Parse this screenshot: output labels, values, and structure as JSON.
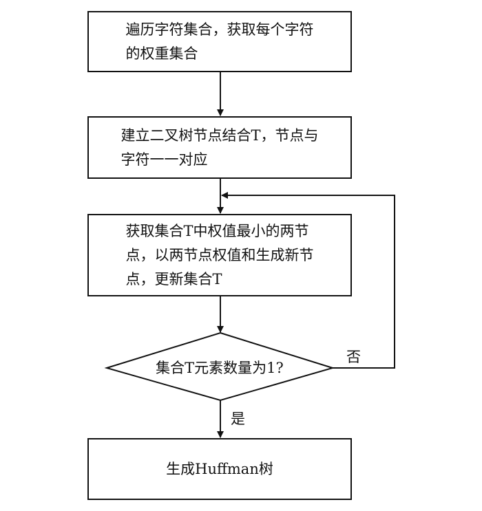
{
  "steps": {
    "step1": "遍历字符集合，获取每个字符\n的权重集合",
    "step2": "建立二叉树节点结合T，节点与\n字符一一对应",
    "step3": "获取集合T中权值最小的两节\n点，以两节点权值和生成新节\n点，更新集合T",
    "decision": "集合T元素数量为1?",
    "end": "生成Huffman树"
  },
  "labels": {
    "no": "否",
    "yes": "是"
  }
}
